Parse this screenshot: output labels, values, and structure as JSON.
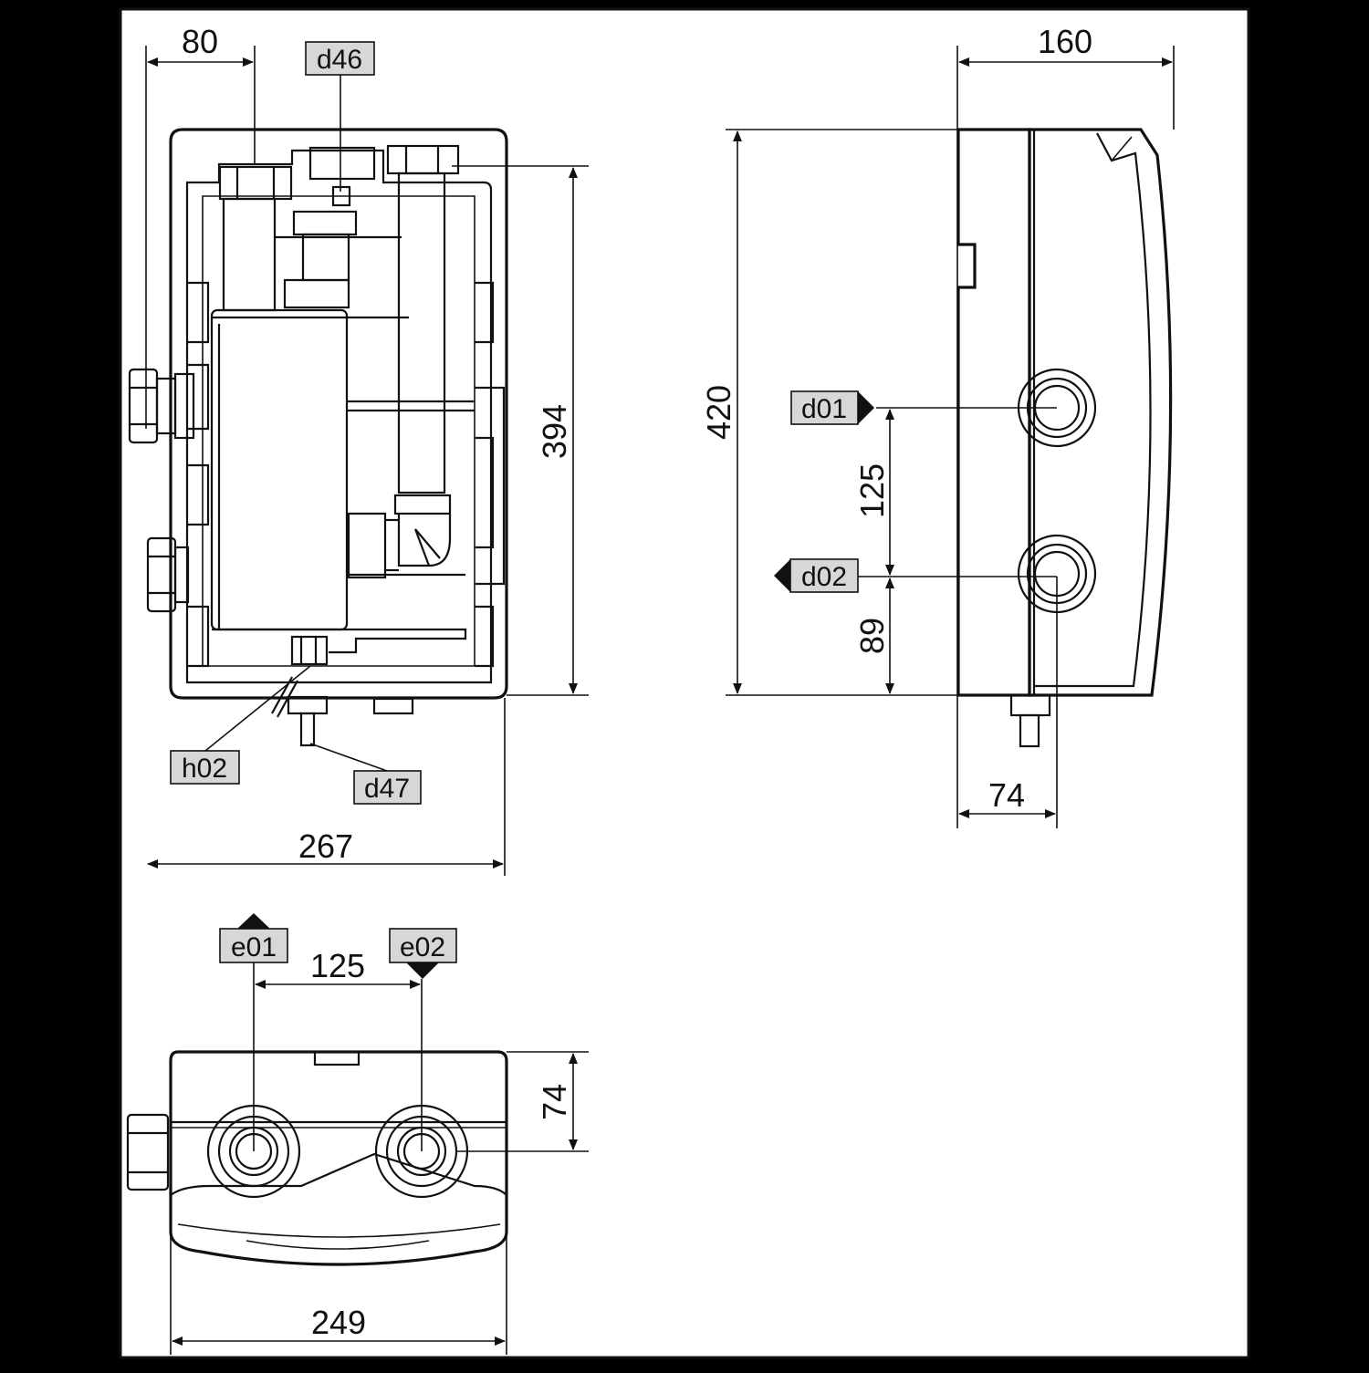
{
  "front_view": {
    "dims": {
      "top_offset": "80",
      "height": "394",
      "width": "267"
    },
    "callouts": {
      "upper_fitting": "d46",
      "drain_valve": "h02",
      "drain_nozzle": "d47"
    }
  },
  "side_view": {
    "dims": {
      "depth": "160",
      "height": "420",
      "connection_spacing": "125",
      "lower_offset": "89",
      "connection_depth": "74"
    },
    "callouts": {
      "upper_connection": "d01",
      "lower_connection": "d02"
    }
  },
  "bottom_view": {
    "dims": {
      "connection_spacing": "125",
      "depth": "74",
      "width": "249"
    },
    "callouts": {
      "left_connection": "e01",
      "right_connection": "e02"
    }
  },
  "colors": {
    "background": "#000000",
    "sheet": "#ffffff",
    "callout_fill": "#d7d7d7",
    "ink": "#111111"
  }
}
